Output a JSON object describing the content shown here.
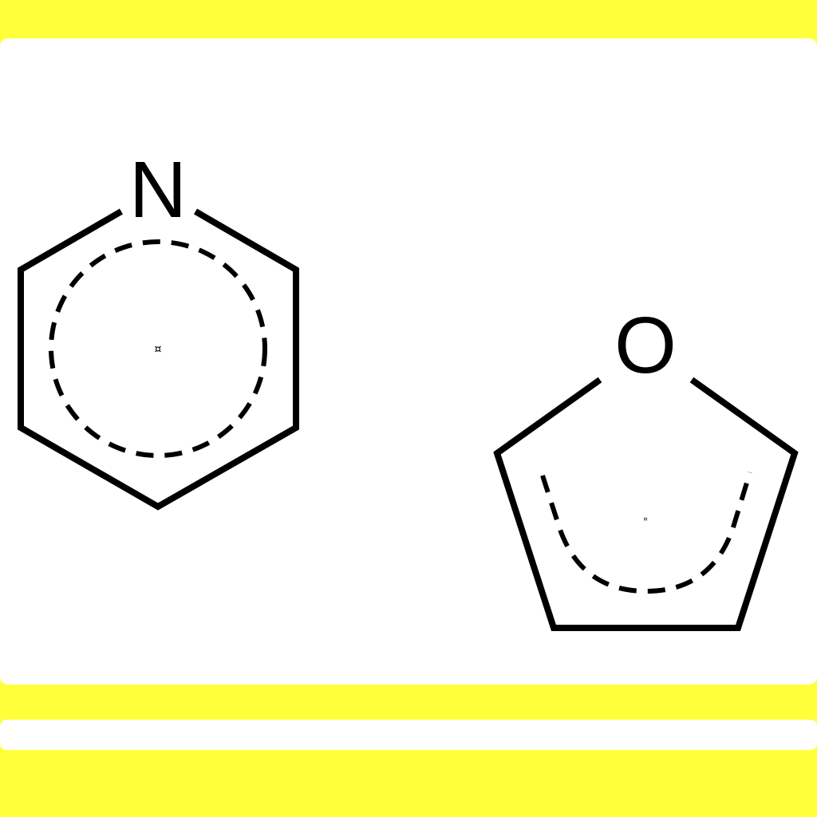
{
  "colors": {
    "background": "#ffff3a",
    "panel": "#ffffff",
    "ink": "#000000"
  },
  "molecules": [
    {
      "name": "pyridine",
      "heteroatom": "N",
      "ring_size": 6,
      "aromatic_marker": "¤"
    },
    {
      "name": "furan",
      "heteroatom": "O",
      "ring_size": 5,
      "aromatic_marker": "¤"
    }
  ]
}
